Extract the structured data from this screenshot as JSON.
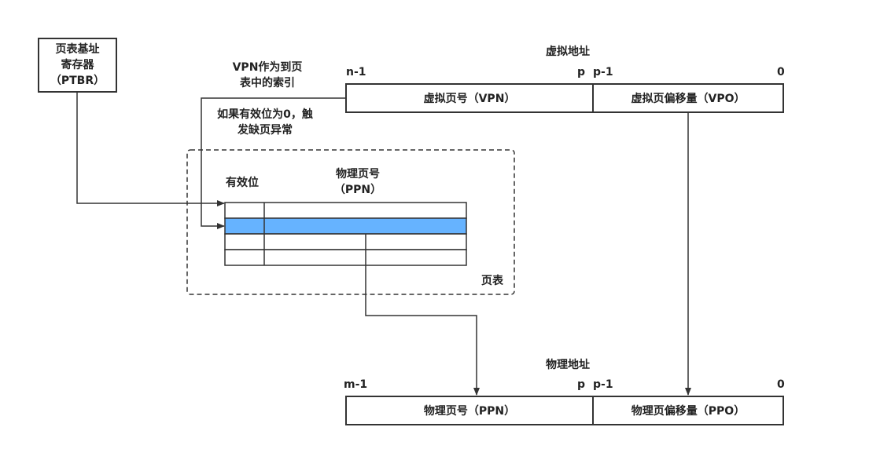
{
  "ptbr_box": {
    "lines": [
      "页表基址",
      "寄存器",
      "（PTBR）"
    ]
  },
  "vpn_note": {
    "lines": [
      "VPN作为到页",
      "表中的索引"
    ]
  },
  "valid_note": {
    "lines": [
      "如果有效位为0，触",
      "发缺页异常"
    ]
  },
  "virtual_address": {
    "title": "虚拟地址",
    "bit_high": "n-1",
    "bit_p": "p",
    "bit_p_minus_1": "p-1",
    "bit_zero": "0",
    "vpn_field": "虚拟页号（VPN）",
    "vpo_field": "虚拟页偏移量（VPO）"
  },
  "page_table": {
    "valid_header": "有效位",
    "ppn_header_lines": [
      "物理页号",
      "（PPN）"
    ],
    "label": "页表",
    "highlight_color": "#66b3ff"
  },
  "physical_address": {
    "title": "物理地址",
    "bit_high": "m-1",
    "bit_p": "p",
    "bit_p_minus_1": "p-1",
    "bit_zero": "0",
    "ppn_field": "物理页号（PPN）",
    "ppo_field": "物理页偏移量（PPO）"
  }
}
